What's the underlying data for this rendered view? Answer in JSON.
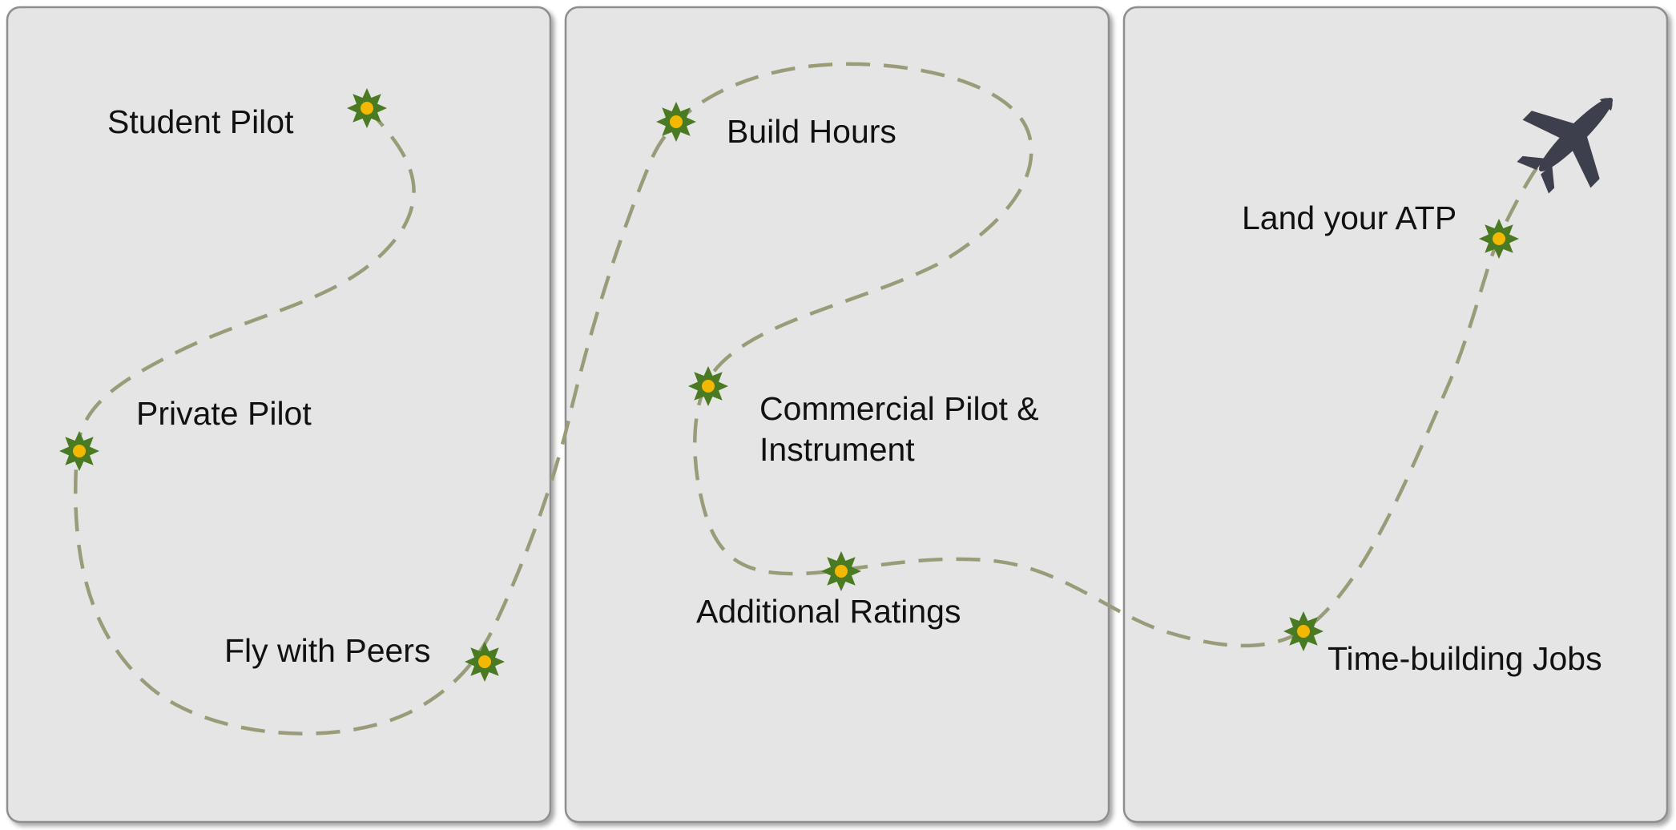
{
  "diagram": {
    "panels": [
      "panel-1",
      "panel-2",
      "panel-3"
    ],
    "milestones": [
      {
        "id": "student-pilot",
        "label": "Student Pilot"
      },
      {
        "id": "private-pilot",
        "label": "Private Pilot"
      },
      {
        "id": "fly-with-peers",
        "label": "Fly with Peers"
      },
      {
        "id": "build-hours",
        "label": "Build Hours"
      },
      {
        "id": "commercial-pilot",
        "label_line1": "Commercial Pilot &",
        "label_line2": "Instrument"
      },
      {
        "id": "additional-ratings",
        "label": "Additional Ratings"
      },
      {
        "id": "time-building-jobs",
        "label": "Time-building Jobs"
      },
      {
        "id": "land-your-atp",
        "label": "Land your ATP"
      }
    ],
    "colors": {
      "panel_fill": "#e5e5e5",
      "route": "#9a9c79",
      "star": "#4a7a22",
      "star_center": "#f5b800",
      "airplane": "#3d3f4c"
    },
    "icons": {
      "milestone": "starburst-icon",
      "destination": "airplane-icon"
    }
  }
}
